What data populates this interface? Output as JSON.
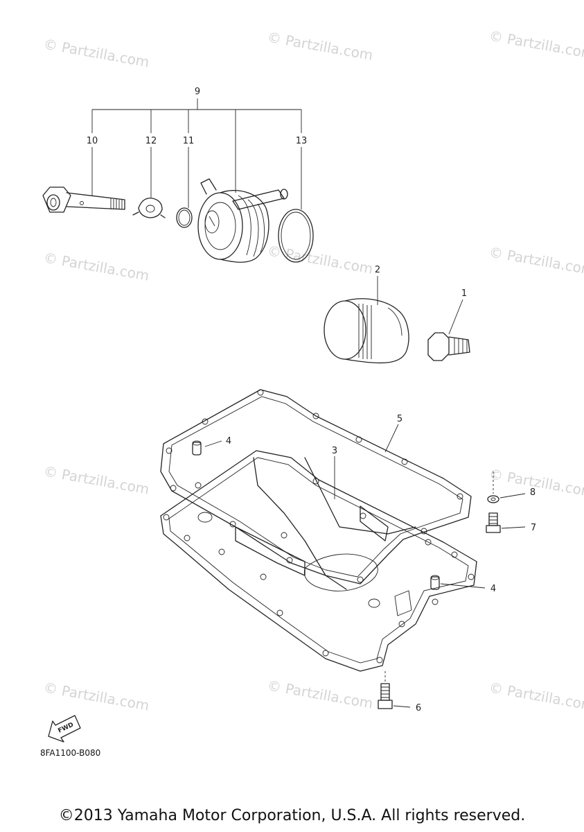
{
  "watermark": "© Partzilla.com",
  "callouts": [
    "1",
    "2",
    "3",
    "4",
    "4",
    "5",
    "6",
    "7",
    "8",
    "9",
    "10",
    "11",
    "12",
    "13"
  ],
  "diagram_code": "8FA1100-B080",
  "fwd_label": "FWD",
  "copyright": "©2013 Yamaha Motor Corporation, U.S.A. All rights reserved.",
  "icons": [
    "fwd-arrow-icon"
  ]
}
